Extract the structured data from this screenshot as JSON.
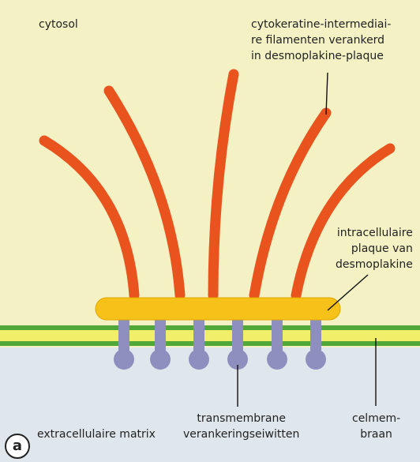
{
  "labels": {
    "cytosol": "cytosol",
    "filaments": "cytokeratine-intermediai-\nre filamenten verankerd\nin desmoplakine-plaque",
    "plaque": "intracellulaire\nplaque van\ndesmoplakine",
    "extracellular": "extracellulaire matrix",
    "transmembrane": "transmembrane\nverankeringseiwitten",
    "membrane": "celmem-\nbraan"
  },
  "panel_letter": "a",
  "colors": {
    "cytosol_bg": "#f4f1c4",
    "extracellular_bg": "#dfe7ec",
    "filament": "#e9541e",
    "plaque": "#f6c21a",
    "membrane_green": "#4fa837",
    "membrane_yellow": "#f1ef6a",
    "protein": "#8e8fbf",
    "leader": "#111111"
  }
}
